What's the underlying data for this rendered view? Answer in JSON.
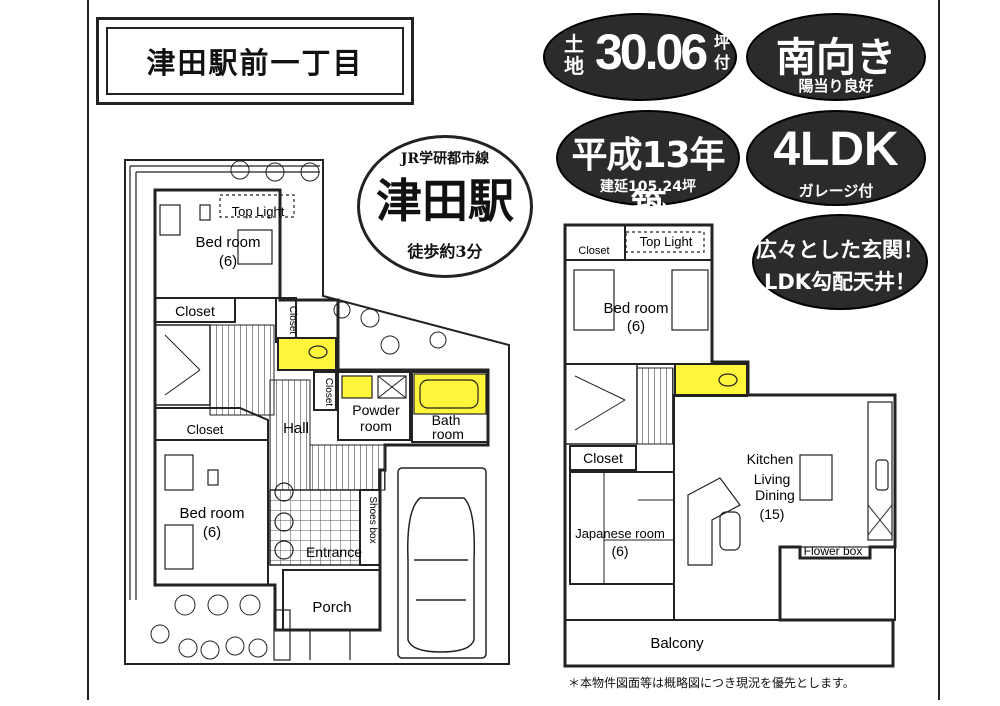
{
  "title": "津田駅前一丁目",
  "station": {
    "line": "JR学研都市線",
    "name": "津田駅",
    "walk": "徒歩約3分"
  },
  "badges": {
    "land_prefix": "土地",
    "land_value": "30.06",
    "land_suffix": "坪付",
    "orientation": "南向き",
    "orientation_sub": "陽当り良好",
    "built": "平成13年築",
    "built_sub": "建延105.24坪",
    "layout": "4LDK",
    "layout_sub": "ガレージ付",
    "feature_1": "広々とした玄関！",
    "feature_2": "LDK勾配天井！"
  },
  "floor1": {
    "top_light": "Top Light",
    "bedroom_a": "Bed room",
    "bedroom_a_size": "(6)",
    "closet_a": "Closet",
    "closet_b": "Closet",
    "closet_c": "Closet",
    "closet_d": "Closet",
    "hall": "Hall",
    "powder_1": "Powder",
    "powder_2": "room",
    "bath_1": "Bath",
    "bath_2": "room",
    "bedroom_b": "Bed room",
    "bedroom_b_size": "(6)",
    "shoes_box": "Shoes box",
    "entrance": "Entrance",
    "porch": "Porch"
  },
  "floor2": {
    "closet_top": "Closet",
    "top_light": "Top Light",
    "bedroom": "Bed room",
    "bedroom_size": "(6)",
    "closet": "Closet",
    "ldk_1": "Kitchen",
    "ldk_2": "Living",
    "ldk_3": "Dining",
    "ldk_size": "(15)",
    "japanese": "Japanese room",
    "japanese_size": "(6)",
    "flower_box": "Flower box",
    "balcony": "Balcony"
  },
  "footnote": "＊本物件図面等は概略図につき現況を優先とします。",
  "colors": {
    "wet_area": "#fff53a",
    "badge": "#2b2b2b"
  }
}
